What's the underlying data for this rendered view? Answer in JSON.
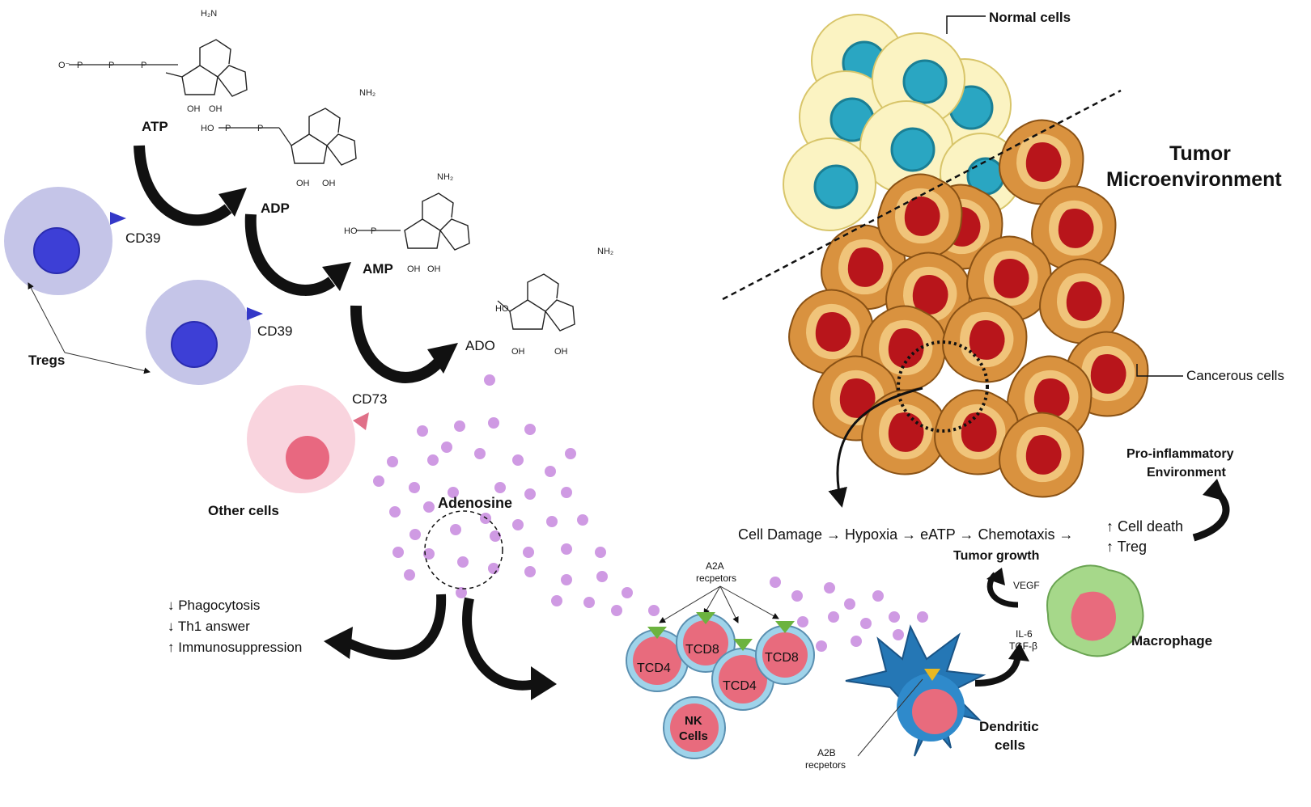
{
  "labels": {
    "normal_cells": "Normal cells",
    "tumor_title_1": "Tumor",
    "tumor_title_2": "Microenvironment",
    "cancerous_cells": "Cancerous cells",
    "pro_inflammatory_1": "Pro-inflammatory",
    "pro_inflammatory_2": "Environment",
    "cascade": "Cell Damage → Hypoxia → eATP → Chemotaxis →",
    "cell_death": "↑ Cell death",
    "treg": "↑ Treg",
    "tumor_growth": "Tumor growth",
    "vegf": "VEGF",
    "il6": "IL-6",
    "tgfb": "TGF-β",
    "macrophage": "Macrophage",
    "dendritic_1": "Dendritic",
    "dendritic_2": "cells",
    "a2b_1": "A2B",
    "a2b_2": "recpetors",
    "a2a_1": "A2A",
    "a2a_2": "recpetors",
    "tcd4_a": "TCD4",
    "tcd8_a": "TCD8",
    "tcd4_b": "TCD4",
    "tcd8_b": "TCD8",
    "nk_1": "NK",
    "nk_2": "Cells",
    "adenosine": "Adenosine",
    "effect_1": "↓ Phagocytosis",
    "effect_2": "↓ Th1 answer",
    "effect_3": "↑ Immunosuppression",
    "other_cells": "Other cells",
    "cd73": "CD73",
    "cd39_a": "CD39",
    "cd39_b": "CD39",
    "tregs": "Tregs",
    "atp": "ATP",
    "adp": "ADP",
    "amp": "AMP",
    "ado": "ADO"
  },
  "chem_text": {
    "nh2": "NH₂",
    "h2n": "H₂N",
    "oh": "OH",
    "ho": "HO",
    "o": "O",
    "o_minus": "O⁻",
    "p": "P",
    "n": "N"
  },
  "colors": {
    "normal_cell": "#fbf3c2",
    "normal_nucleus": "#2aa6c2",
    "cancer_outer": "#d9923f",
    "cancer_inner": "#f0c47a",
    "cancer_nucleus": "#b8151b",
    "treg_cell": "#c5c5e8",
    "treg_nucleus": "#3d3fd6",
    "other_cell": "#f9d4de",
    "other_nucleus": "#e86880",
    "adenosine_dot": "#cf9ae3",
    "t_cell": "#e86b7d",
    "t_cell_ring": "#9fd3ea",
    "receptor_a2a": "#6cb33f",
    "dendritic": "#2577b5",
    "macrophage": "#a6d88a"
  }
}
